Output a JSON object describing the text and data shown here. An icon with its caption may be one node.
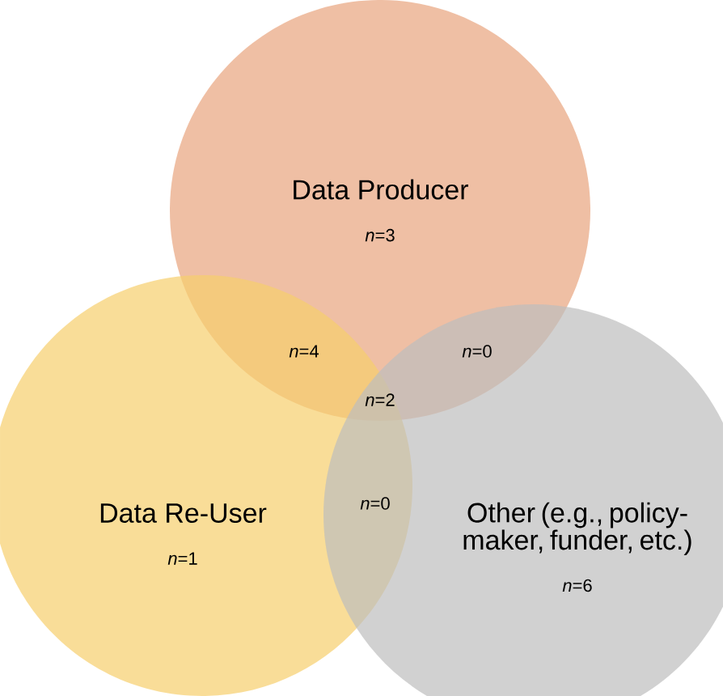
{
  "diagram": {
    "nodes": [
      {
        "text": [
          "Data Producer",
          "*n*=3"
        ]
      },
      {
        "text": [
          "Data Re-User",
          "*n*=1"
        ]
      },
      {
        "text": [
          "Other (e.g., policy-maker, funder, etc.)",
          "*n*=6"
        ]
      }
    ],
    "labels": [
      "*n*=4",
      "*n*=0",
      "*n*=2",
      "*n*=0"
    ]
  }
}
